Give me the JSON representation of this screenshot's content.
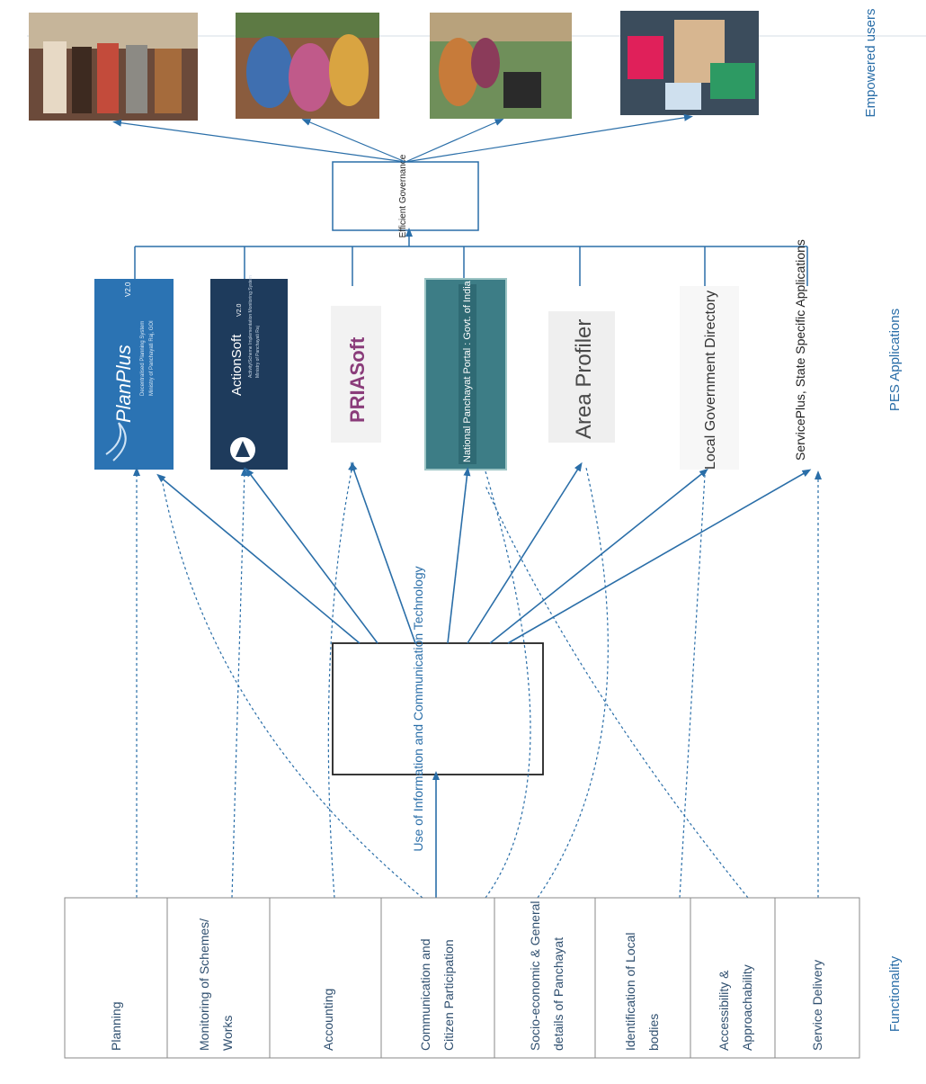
{
  "row_labels": {
    "top": "Empowered users",
    "apps": "PES Applications",
    "func": "Functionality"
  },
  "center_box": "Use of Information and Communication Technology",
  "governance_box": "Efficient Governance",
  "photos": [
    {
      "icon": "group-photo-icon"
    },
    {
      "icon": "women-group-photo-icon"
    },
    {
      "icon": "laptop-training-photo-icon"
    },
    {
      "icon": "computer-training-photo-icon"
    }
  ],
  "apps": [
    {
      "name": "PlanPlus",
      "version": "V2.0",
      "subtitle1": "Decentralised Planning System",
      "subtitle2": "Ministry of Panchayati Raj, GOI",
      "bg": "#2b73b3",
      "icon": "planplus-logo-icon"
    },
    {
      "name": "ActionSoft",
      "version": "V2.0",
      "subtitle1": "Activity/Scheme Implementation Monitoring System",
      "subtitle2": "Ministry of Panchayati Raj",
      "bg": "#1e3b5c",
      "icon": "actionsoft-logo-icon"
    },
    {
      "name": "PRIASoft",
      "bg": "#f2f2f2",
      "color": "#8a3c7a",
      "icon": "priasoft-logo-icon"
    },
    {
      "name": "National Panchayat Portal : Govt. of India",
      "bg": "#3d7d86",
      "icon": "national-panchayat-portal-logo-icon"
    },
    {
      "name": "Area Profiler",
      "bg": "#efefef",
      "color": "#4a4a4a",
      "icon": "area-profiler-logo-icon"
    },
    {
      "name": "Local Government Directory",
      "bg": "#f7f7f7",
      "color": "#333333",
      "icon": "local-government-directory-logo-icon"
    },
    {
      "name": "ServicePlus, State Specific Applications",
      "bg": "#ffffff",
      "color": "#222222",
      "icon": ""
    }
  ],
  "functions": [
    {
      "label1": "Planning",
      "label2": ""
    },
    {
      "label1": "Monitoring of Schemes/",
      "label2": "Works"
    },
    {
      "label1": "Accounting",
      "label2": ""
    },
    {
      "label1": "Communication and",
      "label2": "Citizen Participation"
    },
    {
      "label1": "Socio-economic & General",
      "label2": "details of Panchayat"
    },
    {
      "label1": "Identification of Local",
      "label2": "bodies"
    },
    {
      "label1": "Accessibility &",
      "label2": "Approachability"
    },
    {
      "label1": "Service Delivery",
      "label2": ""
    }
  ],
  "colors": {
    "line": "#2a6ea8",
    "text_blue": "#2a6ea8",
    "box_border": "#222222"
  }
}
